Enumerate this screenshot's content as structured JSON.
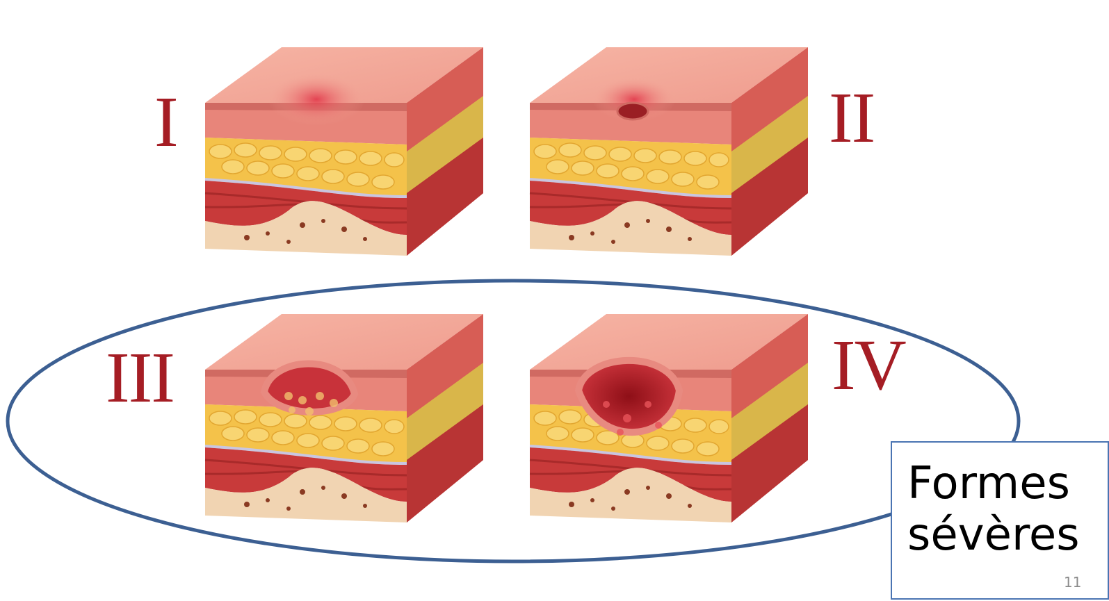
{
  "stages": [
    {
      "label": "I"
    },
    {
      "label": "II"
    },
    {
      "label": "III"
    },
    {
      "label": "IV"
    }
  ],
  "callout": {
    "line1": "Formes",
    "line2": "sévères"
  },
  "page_number": "11",
  "colors": {
    "stage_label": "#a51d24",
    "ellipse_stroke": "#3c5f92",
    "callout_border": "#4a74b2",
    "skin_top": "#f2a898",
    "epidermis": "#e8857a",
    "fat": "#f4c24a",
    "muscle": "#c83a3a",
    "bone": "#f1d4b2",
    "wound": "#b8141c"
  }
}
